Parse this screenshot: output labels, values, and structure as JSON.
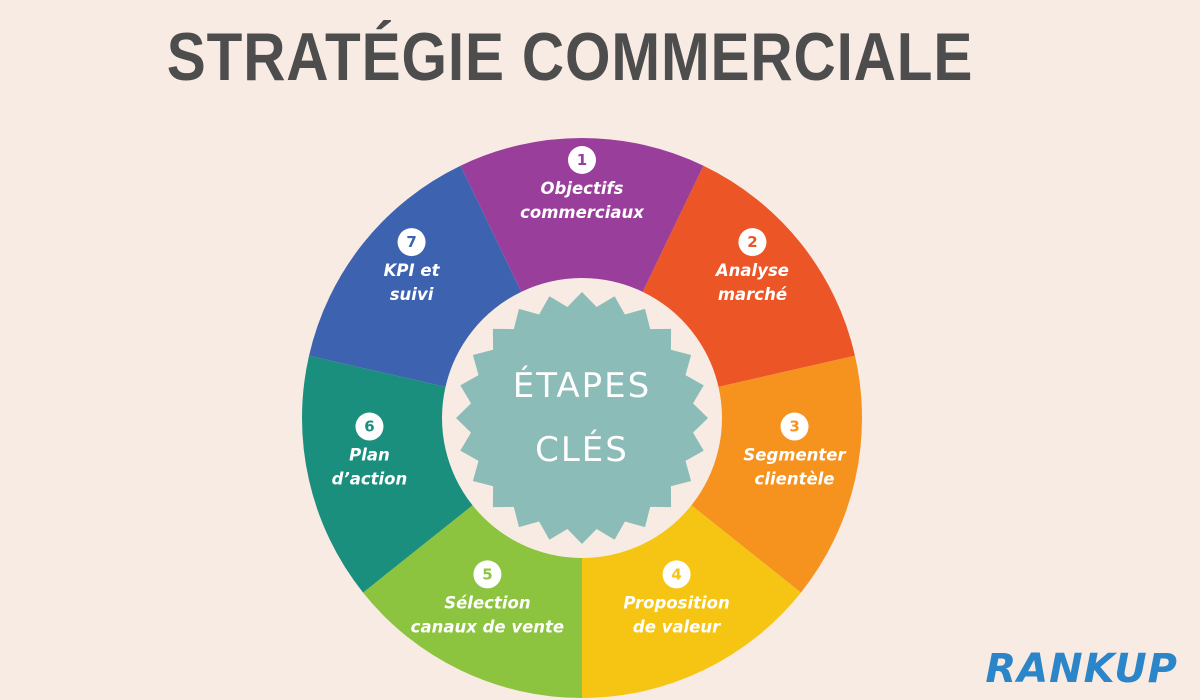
{
  "title": "STRATÉGIE COMMERCIALE",
  "center": {
    "line1": "ÉTAPES",
    "line2": "CLÉS",
    "color": "#8bbcb7"
  },
  "steps": [
    {
      "number": "1",
      "lines": [
        "Objectifs",
        "commerciaux"
      ],
      "color": "#9a3e9b"
    },
    {
      "number": "2",
      "lines": [
        "Analyse",
        "marché"
      ],
      "color": "#ec5526"
    },
    {
      "number": "3",
      "lines": [
        "Segmenter",
        "clientèle"
      ],
      "color": "#f6921e"
    },
    {
      "number": "4",
      "lines": [
        "Proposition",
        "de valeur"
      ],
      "color": "#f6c514"
    },
    {
      "number": "5",
      "lines": [
        "Sélection",
        "canaux de vente"
      ],
      "color": "#8cc43f"
    },
    {
      "number": "6",
      "lines": [
        "Plan",
        "d’action"
      ],
      "color": "#1a8f7d"
    },
    {
      "number": "7",
      "lines": [
        "KPI et",
        "suivi"
      ],
      "color": "#3d62b0"
    }
  ],
  "brand": {
    "text": "RANKUP",
    "color": "#2b86c9"
  }
}
